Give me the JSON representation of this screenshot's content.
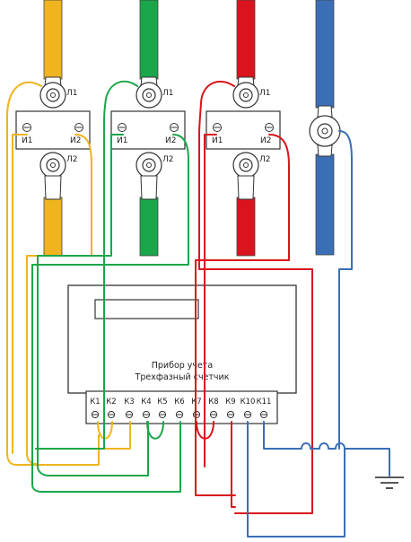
{
  "diagram": {
    "phase_colors": {
      "A": "#f0b41e",
      "B": "#1aa64a",
      "C": "#d9141c",
      "N": "#3a6fb6"
    },
    "transformer_labels": {
      "primary_top": "Л1",
      "primary_bottom": "Л2",
      "secondary_left": "И1",
      "secondary_right": "И2"
    },
    "meter": {
      "title": "Прибор учета",
      "subtitle": "Трехфазный счетчик",
      "terminals": [
        "К1",
        "К2",
        "К3",
        "К4",
        "К5",
        "К6",
        "К7",
        "К8",
        "К9",
        "К10",
        "К11"
      ]
    },
    "ground_symbol": "ground-icon"
  }
}
